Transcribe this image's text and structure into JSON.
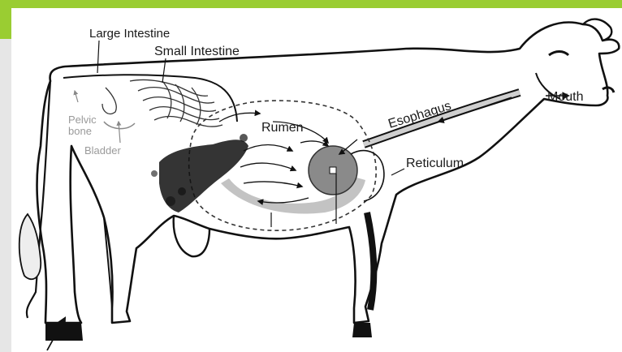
{
  "labels": {
    "large_intestine": "Large Intestine",
    "small_intestine": "Small Intestine",
    "pelvic": "Pelvic",
    "bone": "bone",
    "bladder": "Bladder",
    "rumen": "Rumen",
    "esophagus": "Esophagus",
    "mouth": "Mouth",
    "reticulum": "Reticulum"
  },
  "colors": {
    "accent_bar": "#9acd32",
    "side_strip": "#e6e6e6",
    "outline": "#111111",
    "gray_label": "#9a9a9a",
    "rumen_floor": "#bdbdbd",
    "reticulum": "#8a8a8a"
  }
}
